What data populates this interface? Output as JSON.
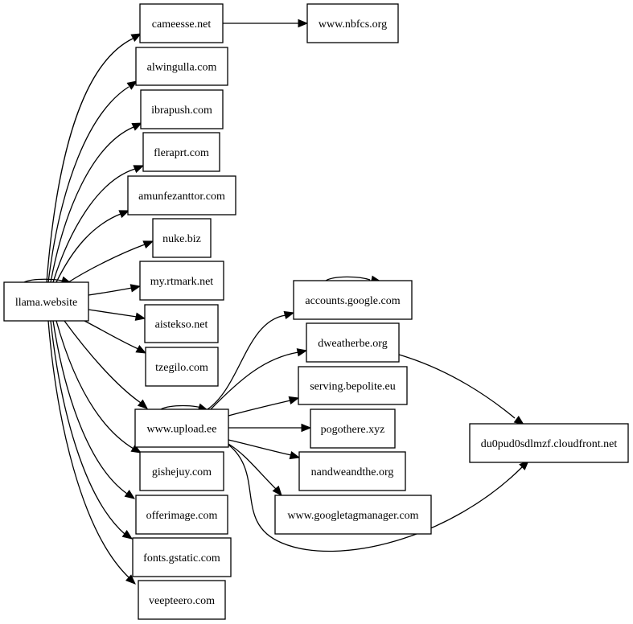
{
  "graph": {
    "nodes": [
      {
        "id": "llama",
        "label": "llama.website"
      },
      {
        "id": "cameesse",
        "label": "cameesse.net"
      },
      {
        "id": "nbfcs",
        "label": "www.nbfcs.org"
      },
      {
        "id": "alwingulla",
        "label": "alwingulla.com"
      },
      {
        "id": "ibrapush",
        "label": "ibrapush.com"
      },
      {
        "id": "fleraprt",
        "label": "fleraprt.com"
      },
      {
        "id": "amunfezanttor",
        "label": "amunfezanttor.com"
      },
      {
        "id": "nukebiz",
        "label": "nuke.biz"
      },
      {
        "id": "myrtmark",
        "label": "my.rtmark.net"
      },
      {
        "id": "aistekso",
        "label": "aistekso.net"
      },
      {
        "id": "tzegilo",
        "label": "tzegilo.com"
      },
      {
        "id": "upload",
        "label": "www.upload.ee"
      },
      {
        "id": "gishejuy",
        "label": "gishejuy.com"
      },
      {
        "id": "offerimage",
        "label": "offerimage.com"
      },
      {
        "id": "fontsgstatic",
        "label": "fonts.gstatic.com"
      },
      {
        "id": "veepteero",
        "label": "veepteero.com"
      },
      {
        "id": "accountsgoogle",
        "label": "accounts.google.com"
      },
      {
        "id": "dweatherbe",
        "label": "dweatherbe.org"
      },
      {
        "id": "servingbepolite",
        "label": "serving.bepolite.eu"
      },
      {
        "id": "pogothere",
        "label": "pogothere.xyz"
      },
      {
        "id": "nandweandthe",
        "label": "nandweandthe.org"
      },
      {
        "id": "googletagmanager",
        "label": "www.googletagmanager.com"
      },
      {
        "id": "cloudfront",
        "label": "du0pud0sdlmzf.cloudfront.net"
      }
    ],
    "edges": [
      {
        "from": "llama",
        "to": "llama"
      },
      {
        "from": "llama",
        "to": "cameesse"
      },
      {
        "from": "llama",
        "to": "alwingulla"
      },
      {
        "from": "llama",
        "to": "ibrapush"
      },
      {
        "from": "llama",
        "to": "fleraprt"
      },
      {
        "from": "llama",
        "to": "amunfezanttor"
      },
      {
        "from": "llama",
        "to": "nukebiz"
      },
      {
        "from": "llama",
        "to": "myrtmark"
      },
      {
        "from": "llama",
        "to": "aistekso"
      },
      {
        "from": "llama",
        "to": "tzegilo"
      },
      {
        "from": "llama",
        "to": "upload"
      },
      {
        "from": "llama",
        "to": "gishejuy"
      },
      {
        "from": "llama",
        "to": "offerimage"
      },
      {
        "from": "llama",
        "to": "fontsgstatic"
      },
      {
        "from": "llama",
        "to": "veepteero"
      },
      {
        "from": "cameesse",
        "to": "nbfcs"
      },
      {
        "from": "upload",
        "to": "upload"
      },
      {
        "from": "upload",
        "to": "accountsgoogle"
      },
      {
        "from": "upload",
        "to": "dweatherbe"
      },
      {
        "from": "upload",
        "to": "servingbepolite"
      },
      {
        "from": "upload",
        "to": "pogothere"
      },
      {
        "from": "upload",
        "to": "nandweandthe"
      },
      {
        "from": "upload",
        "to": "googletagmanager"
      },
      {
        "from": "upload",
        "to": "cloudfront"
      },
      {
        "from": "accountsgoogle",
        "to": "accountsgoogle"
      },
      {
        "from": "dweatherbe",
        "to": "cloudfront"
      }
    ]
  }
}
